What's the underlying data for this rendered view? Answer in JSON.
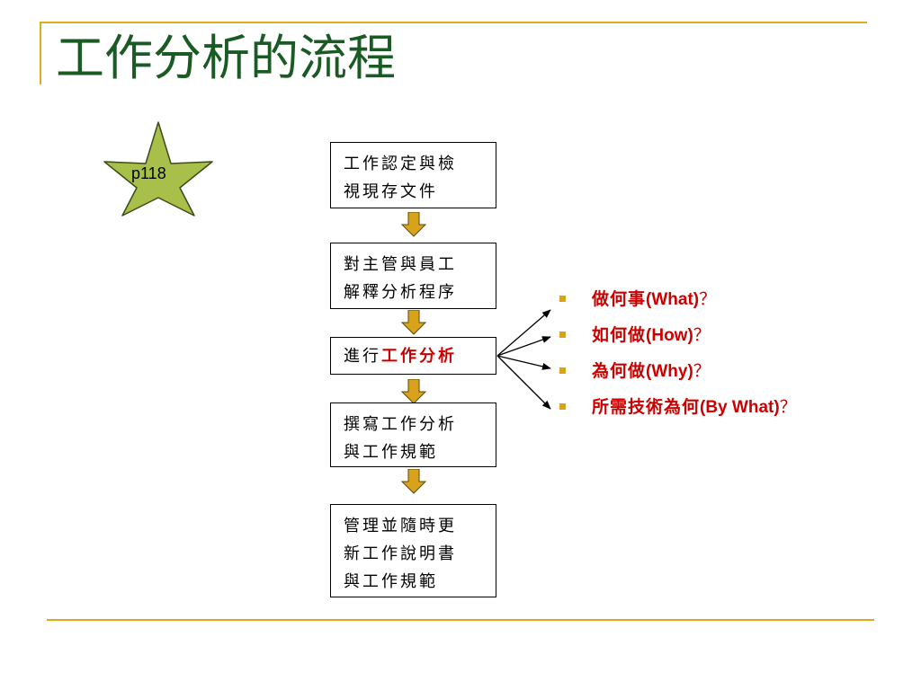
{
  "title": "工作分析的流程",
  "page_badge": {
    "label": "p118",
    "icon": "star-icon",
    "fill_color": "#a8c049"
  },
  "flowchart": {
    "steps": [
      {
        "lines": [
          "工作認定與檢",
          "視現存文件"
        ]
      },
      {
        "lines": [
          "對主管與員工",
          "解釋分析程序"
        ]
      },
      {
        "prefix": "進行",
        "highlight": "工作分析"
      },
      {
        "lines": [
          "撰寫工作分析",
          "與工作規範"
        ]
      },
      {
        "lines": [
          "管理並隨時更",
          "新工作說明書",
          "與工作規範"
        ]
      }
    ],
    "arrow_color": "#d9a21b"
  },
  "questions": [
    {
      "cjk": "做何事",
      "en": "(What)",
      "mark": "？"
    },
    {
      "cjk": "如何做",
      "en": "(How)",
      "mark": "？"
    },
    {
      "cjk": "為何做",
      "en": "(Why)",
      "mark": "？"
    },
    {
      "cjk": "所需技術為何",
      "en": "(By What)",
      "mark": "？"
    }
  ],
  "colors": {
    "title": "#1a5a23",
    "rule": "#e0aa1f",
    "highlight": "#cc0000",
    "bullet": "#d9a21b"
  }
}
